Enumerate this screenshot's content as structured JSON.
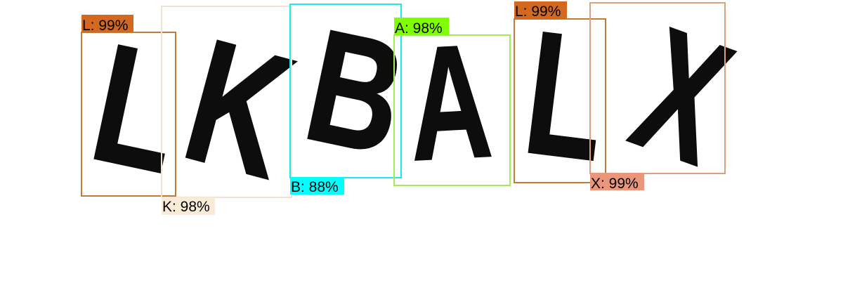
{
  "captcha": {
    "characters": [
      {
        "char": "L",
        "detection_label": "L: 99%",
        "box_color": "#c07a3c",
        "tag_color": "#d2691e"
      },
      {
        "char": "K",
        "detection_label": "K: 98%",
        "box_color": "#f3e2d0",
        "tag_color": "#faebd7"
      },
      {
        "char": "B",
        "detection_label": "B: 88%",
        "box_color": "#18eaf0",
        "tag_color": "#00ffff"
      },
      {
        "char": "A",
        "detection_label": "A: 98%",
        "box_color": "#a3ec54",
        "tag_color": "#7fff00"
      },
      {
        "char": "L",
        "detection_label": "L: 99%",
        "box_color": "#c07a3c",
        "tag_color": "#d2691e"
      },
      {
        "char": "X",
        "detection_label": "X: 99%",
        "box_color": "#d9a17e",
        "tag_color": "#e9967a"
      }
    ]
  }
}
